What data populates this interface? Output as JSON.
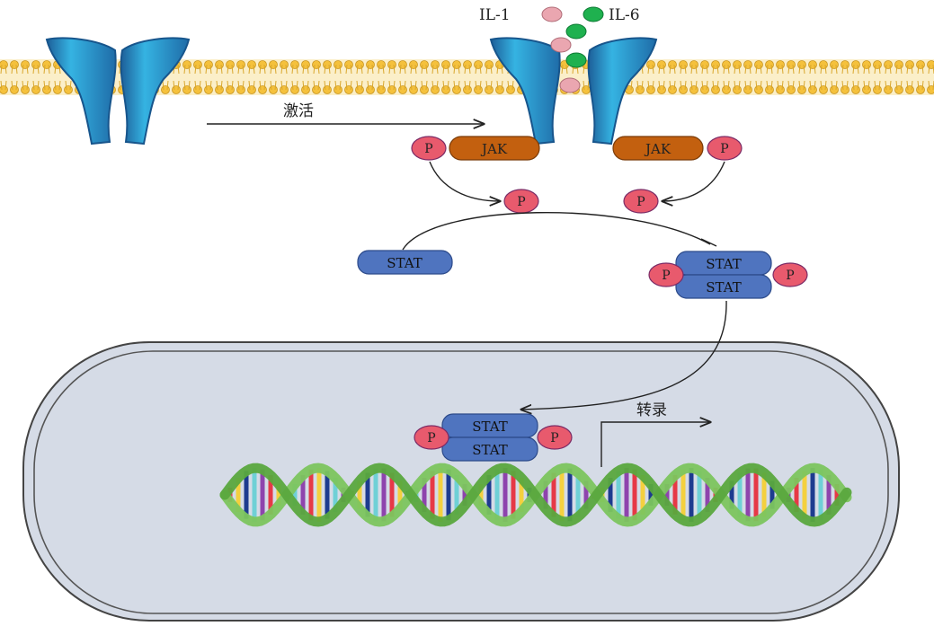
{
  "ligands": {
    "il1": "IL-1",
    "il6": "IL-6"
  },
  "arrows": {
    "activation": "激活",
    "transcription": "转录"
  },
  "jak": {
    "left": "JAK",
    "right": "JAK"
  },
  "phospho": "P",
  "stat": {
    "free": "STAT",
    "cyto_dimer_top": "STAT",
    "cyto_dimer_bottom": "STAT",
    "nuc_dimer_top": "STAT",
    "nuc_dimer_bottom": "STAT"
  },
  "colors": {
    "membrane": "#f5c13c",
    "receptor": "#33b0df",
    "receptor_dark": "#17558c",
    "jak": "#c3600f",
    "phospho": "#e85a6d",
    "stat": "#4f74bf",
    "il1": "#eaa6b0",
    "il6": "#1fb14f",
    "nucleus": "#d5dbe6",
    "dna_strand": "#7cc55e"
  }
}
